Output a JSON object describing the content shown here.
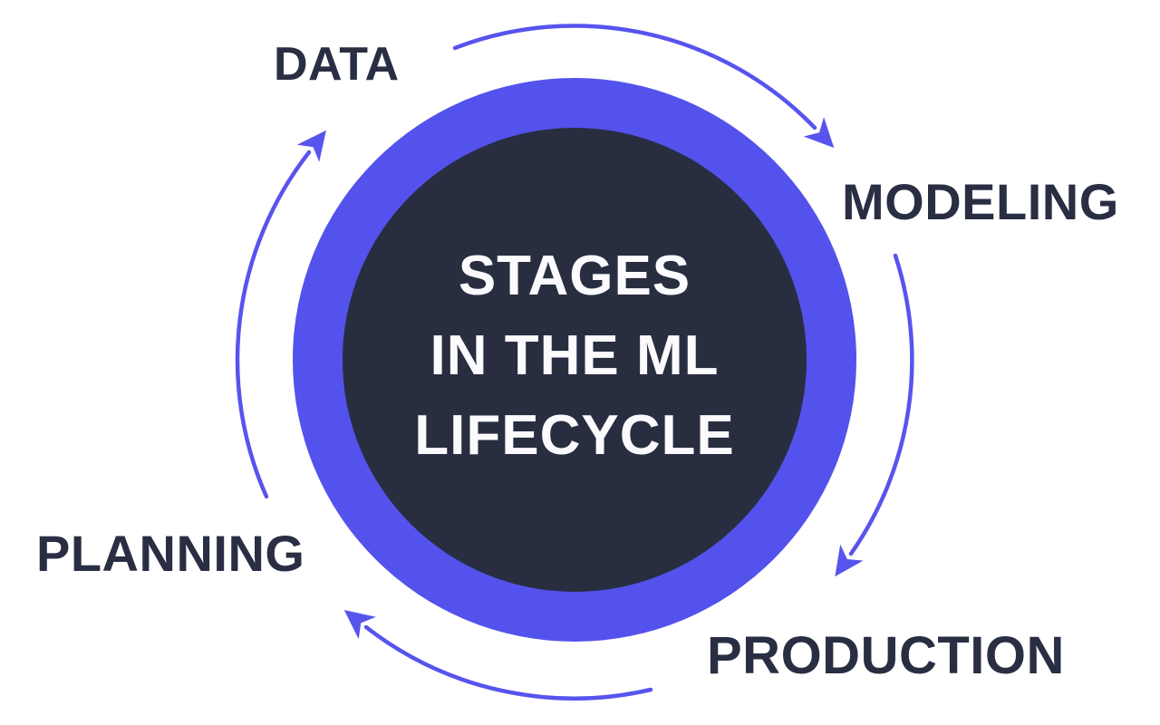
{
  "diagram": {
    "center_title": {
      "line1": "STAGES",
      "line2": "IN THE ML",
      "line3": "LIFECYCLE"
    },
    "stages": [
      {
        "label": "DATA",
        "position": "top-left"
      },
      {
        "label": "MODELING",
        "position": "right"
      },
      {
        "label": "PRODUCTION",
        "position": "bottom-right"
      },
      {
        "label": "PLANNING",
        "position": "left"
      }
    ],
    "arrows": [
      {
        "from": "DATA",
        "to": "MODELING"
      },
      {
        "from": "MODELING",
        "to": "PRODUCTION"
      },
      {
        "from": "PRODUCTION",
        "to": "PLANNING"
      },
      {
        "from": "PLANNING",
        "to": "DATA"
      }
    ],
    "cycle_direction": "clockwise",
    "colors": {
      "ring": "#5452EC",
      "inner_circle": "#282D40",
      "arrow": "#5754EE",
      "label_text": "#2A2E43",
      "center_text": "#FBFBFD",
      "background": "#FFFFFF"
    }
  }
}
